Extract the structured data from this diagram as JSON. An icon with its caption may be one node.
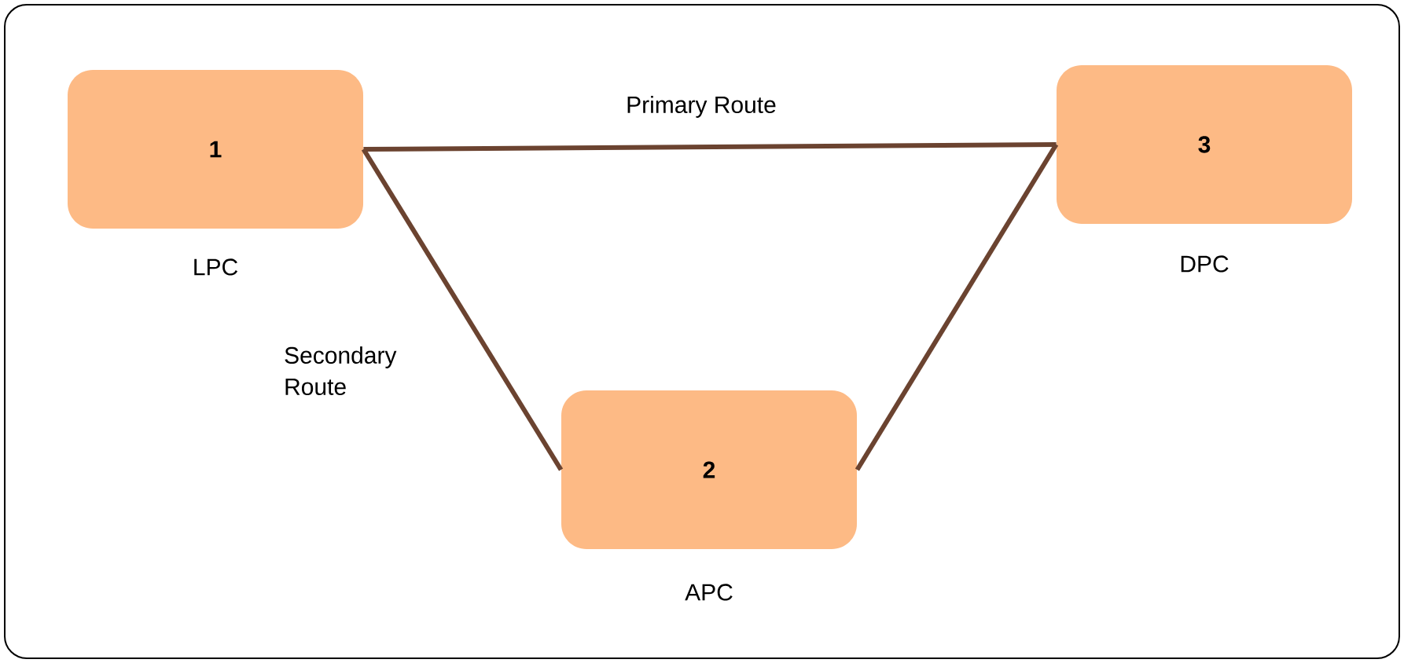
{
  "diagram": {
    "nodes": [
      {
        "text": [
          "1"
        ],
        "beside": [
          "LPC"
        ]
      },
      {
        "text": [
          "2"
        ],
        "beside": [
          "APC"
        ]
      },
      {
        "text": [
          "3"
        ],
        "beside": [
          "DPC"
        ]
      }
    ],
    "edges": [
      {
        "from": 0,
        "to": 2,
        "arrow": "none",
        "label": "Primary Route"
      },
      {
        "from": 0,
        "to": 1,
        "arrow": "none",
        "label": "Secondary Route"
      },
      {
        "from": 1,
        "to": 2,
        "arrow": "none"
      }
    ]
  }
}
